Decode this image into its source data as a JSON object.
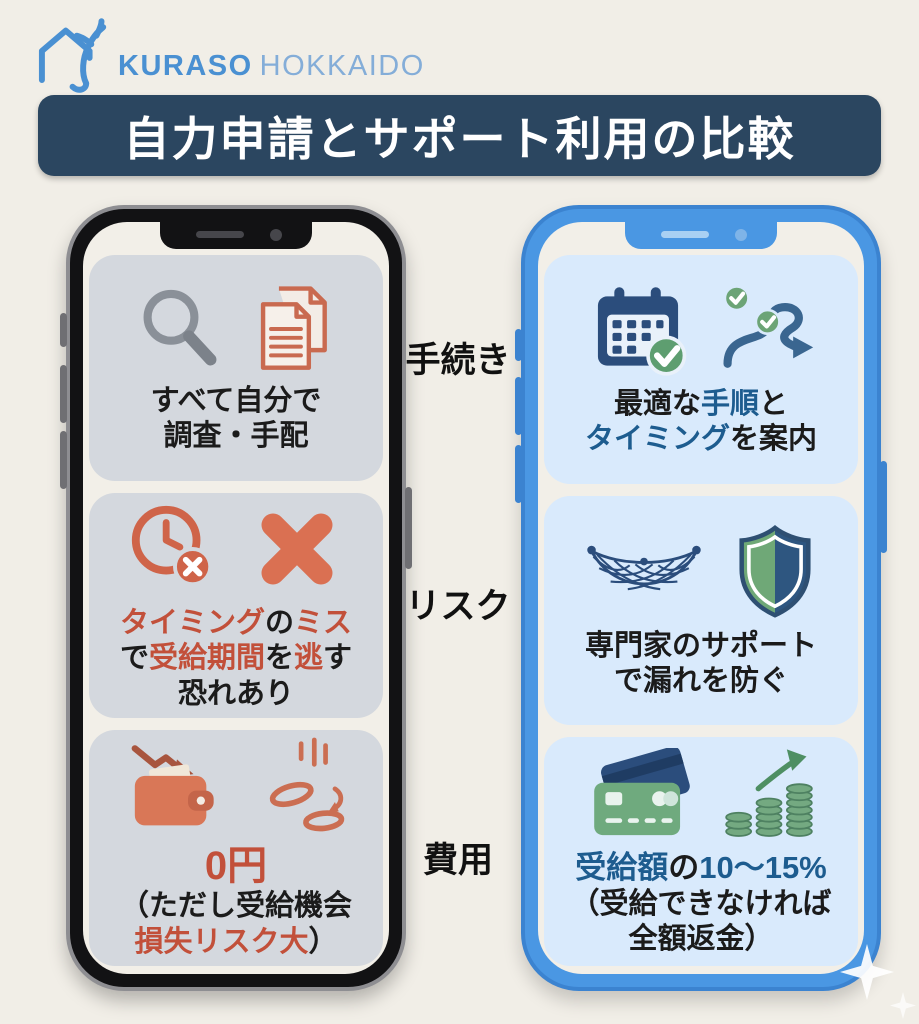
{
  "brand": {
    "name_bold": "KURASO",
    "name_light": "HOKKAIDO"
  },
  "title": "自力申請とサポート利用の比較",
  "row_labels": [
    {
      "label": "手続き"
    },
    {
      "label": "リスク"
    },
    {
      "label": "費用"
    }
  ],
  "left_phone": {
    "theme": "self-application-gray",
    "procedure": {
      "icons": [
        "magnifier-icon",
        "documents-icon"
      ],
      "lines": [
        [
          {
            "text": "すべて自分で",
            "color": "ink"
          }
        ],
        [
          {
            "text": "調査・手配",
            "color": "ink"
          }
        ]
      ]
    },
    "risk": {
      "icons": [
        "clock-deadline-icon",
        "x-mark-icon"
      ],
      "lines": [
        [
          {
            "text": "タイミング",
            "color": "red"
          },
          {
            "text": "の",
            "color": "ink"
          },
          {
            "text": "ミス",
            "color": "red"
          }
        ],
        [
          {
            "text": "で",
            "color": "ink"
          },
          {
            "text": "受給期間",
            "color": "red"
          },
          {
            "text": "を",
            "color": "ink"
          },
          {
            "text": "逃",
            "color": "red"
          },
          {
            "text": "す",
            "color": "ink"
          }
        ],
        [
          {
            "text": "恐れあり",
            "color": "ink"
          }
        ]
      ]
    },
    "cost": {
      "icons": [
        "wallet-loss-icon",
        "falling-coins-icon"
      ],
      "lines": [
        [
          {
            "text": "0円",
            "color": "red"
          }
        ],
        [
          {
            "text": "（ただし受給機会",
            "color": "ink"
          }
        ],
        [
          {
            "text": "損失リスク大",
            "color": "red"
          },
          {
            "text": "）",
            "color": "ink"
          }
        ]
      ]
    }
  },
  "right_phone": {
    "theme": "support-service-blue",
    "procedure": {
      "icons": [
        "calendar-check-icon",
        "route-check-icon"
      ],
      "lines": [
        [
          {
            "text": "最適な",
            "color": "ink"
          },
          {
            "text": "手順",
            "color": "navy"
          },
          {
            "text": "と",
            "color": "ink"
          }
        ],
        [
          {
            "text": "タイミング",
            "color": "navy"
          },
          {
            "text": "を案内",
            "color": "ink"
          }
        ]
      ]
    },
    "risk": {
      "icons": [
        "safety-net-icon",
        "shield-icon"
      ],
      "lines": [
        [
          {
            "text": "専門家のサポート",
            "color": "ink"
          }
        ],
        [
          {
            "text": "で漏れを防ぐ",
            "color": "ink"
          }
        ]
      ]
    },
    "cost": {
      "icons": [
        "credit-cards-icon",
        "coins-growth-icon"
      ],
      "lines": [
        [
          {
            "text": "受給額",
            "color": "navy"
          },
          {
            "text": "の",
            "color": "ink"
          },
          {
            "text": "10〜15%",
            "color": "navy"
          }
        ],
        [
          {
            "text": "（受給できなければ",
            "color": "ink"
          }
        ],
        [
          {
            "text": "全額返金）",
            "color": "ink"
          }
        ]
      ]
    }
  },
  "colors": {
    "page_bg": "#f1eee7",
    "banner_bg": "#2b4660",
    "banner_text": "#ffffff",
    "brand_blue": "#4a90d2",
    "brand_blue_light": "#84add8",
    "accent_red": "#c2503a",
    "accent_navy": "#1d5c8f",
    "icon_salmon": "#cd6a4f",
    "icon_gray": "#8a9098",
    "icon_navy": "#2b4d7c",
    "icon_green": "#6ca476",
    "left_card_bg": "#d4d8de",
    "right_card_bg": "#d9eafc",
    "left_frame": "#121214",
    "right_frame": "#4a97e3",
    "ink": "#1b1b1b"
  },
  "decor": {
    "sparkle_glyph": "✦"
  }
}
